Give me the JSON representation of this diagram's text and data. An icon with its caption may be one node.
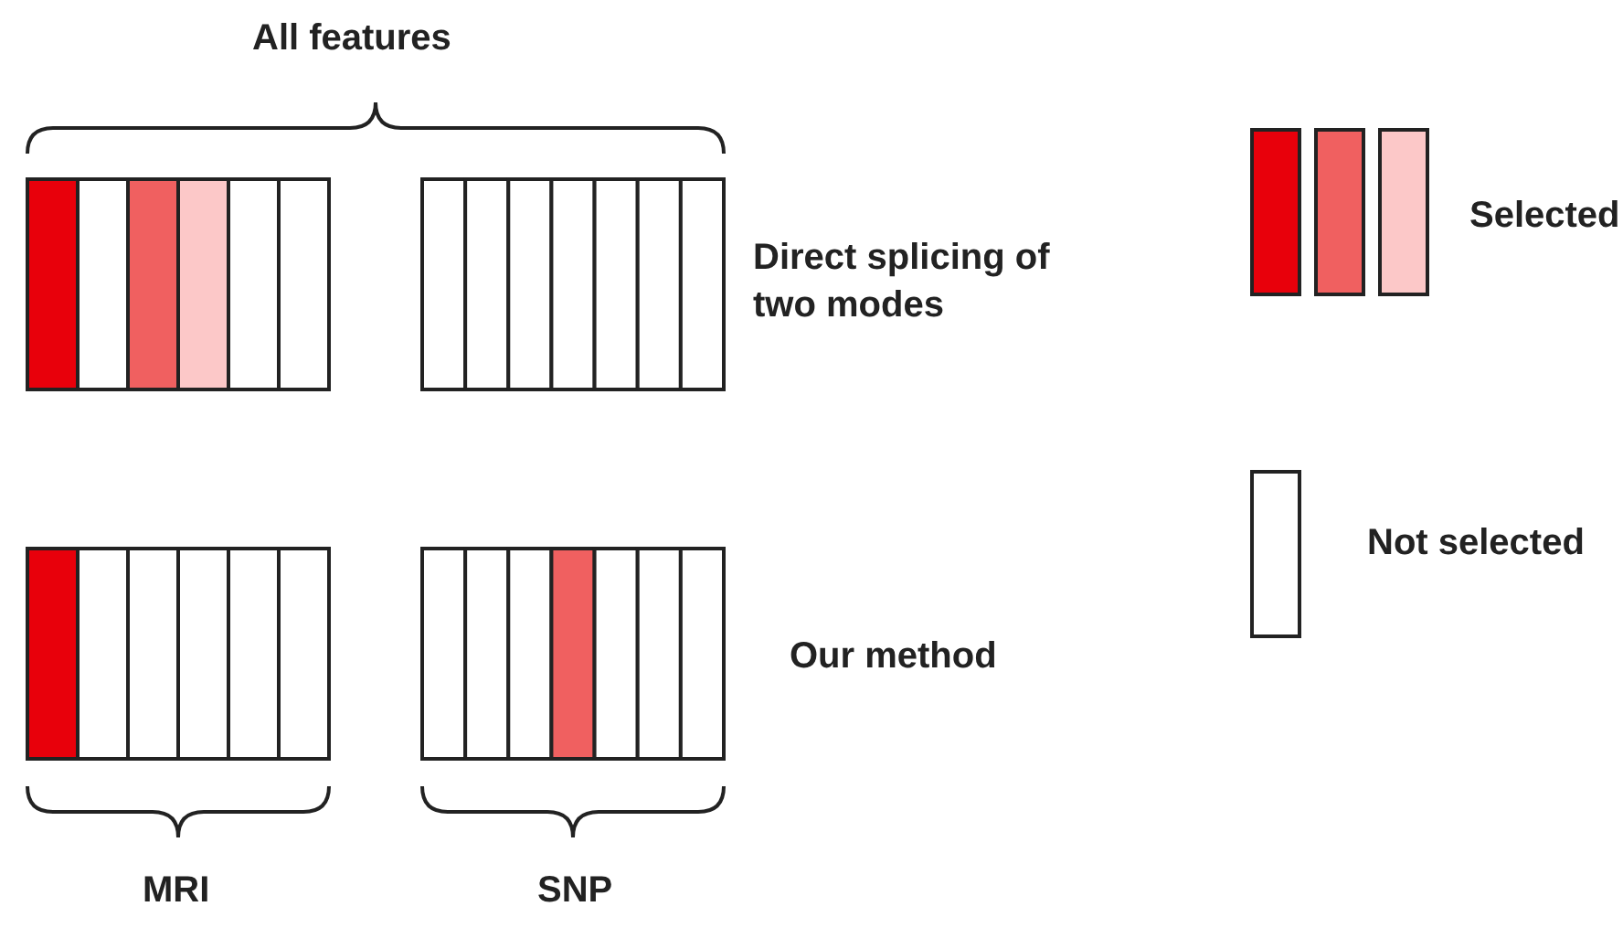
{
  "diagram": {
    "labels": [
      "All features",
      "Direct splicing of two modes",
      "Our method",
      "MRI",
      "SNP"
    ],
    "legend": [
      {
        "text": "Selected"
      },
      {
        "text": "Not selected"
      }
    ]
  }
}
